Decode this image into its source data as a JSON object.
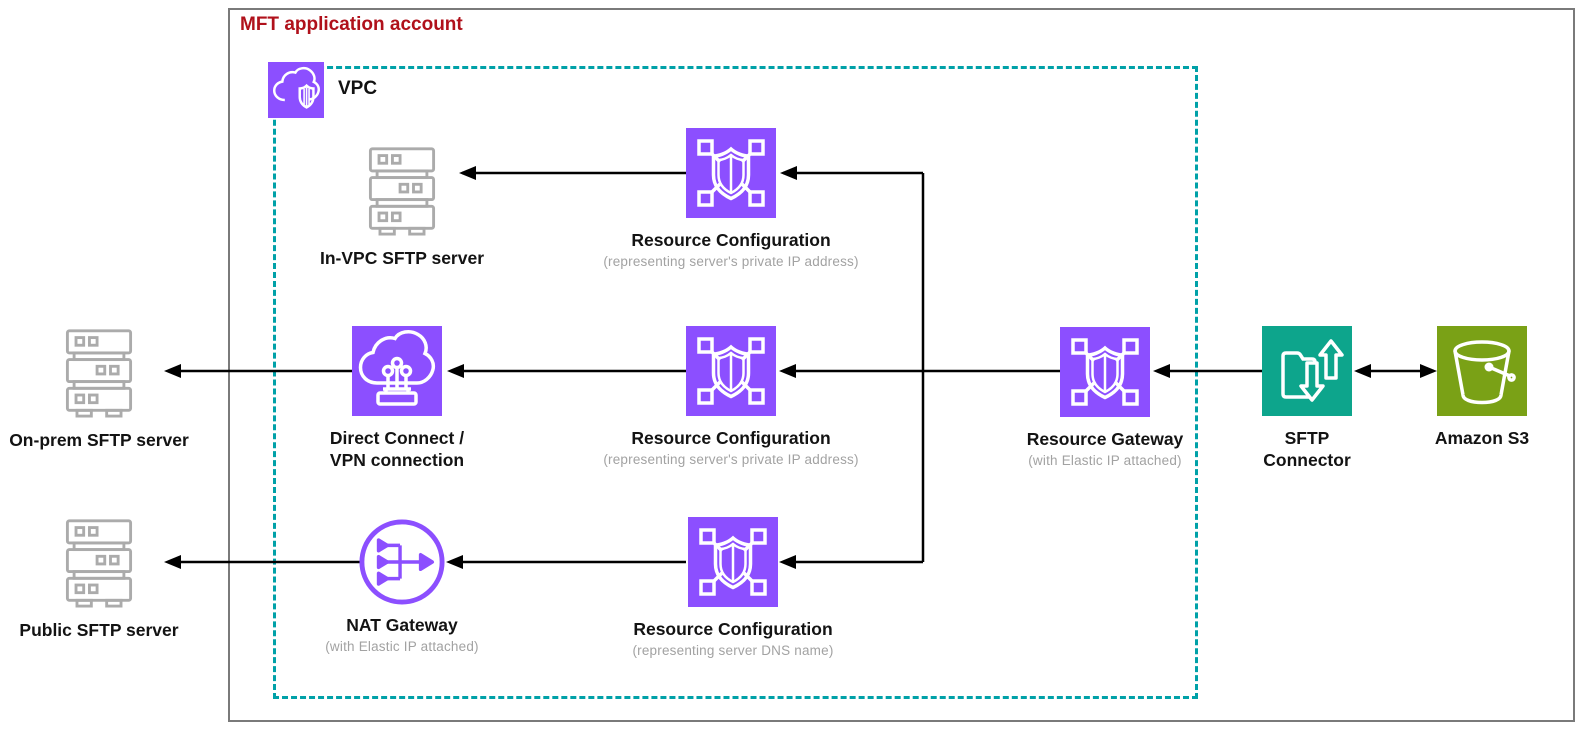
{
  "account": {
    "title": "MFT application account"
  },
  "vpc": {
    "label": "VPC"
  },
  "nodes": {
    "in_vpc_sftp_server": {
      "label": "In-VPC SFTP server"
    },
    "resource_config_top": {
      "label": "Resource Configuration",
      "sublabel": "(representing server's private IP address)"
    },
    "on_prem_sftp_server": {
      "label": "On-prem SFTP server"
    },
    "direct_connect": {
      "label_line1": "Direct Connect /",
      "label_line2": "VPN connection"
    },
    "resource_config_mid": {
      "label": "Resource Configuration",
      "sublabel": "(representing server's private IP address)"
    },
    "resource_gateway": {
      "label": "Resource Gateway",
      "sublabel": "(with Elastic IP attached)"
    },
    "sftp_connector": {
      "label_line1": "SFTP",
      "label_line2": "Connector"
    },
    "amazon_s3": {
      "label": "Amazon S3"
    },
    "public_sftp_server": {
      "label": "Public SFTP server"
    },
    "nat_gateway": {
      "label": "NAT Gateway",
      "sublabel": "(with Elastic IP attached)"
    },
    "resource_config_bottom": {
      "label": "Resource Configuration",
      "sublabel": "(representing server DNS name)"
    }
  },
  "colors": {
    "purple": "#8c4fff",
    "teal": "#0da58c",
    "green": "#7aa116",
    "server_gray": "#ababab",
    "vpc_border": "#00a1a8",
    "account_border": "#7a7a7a",
    "account_title": "#b0111b",
    "arrow": "#000000"
  }
}
